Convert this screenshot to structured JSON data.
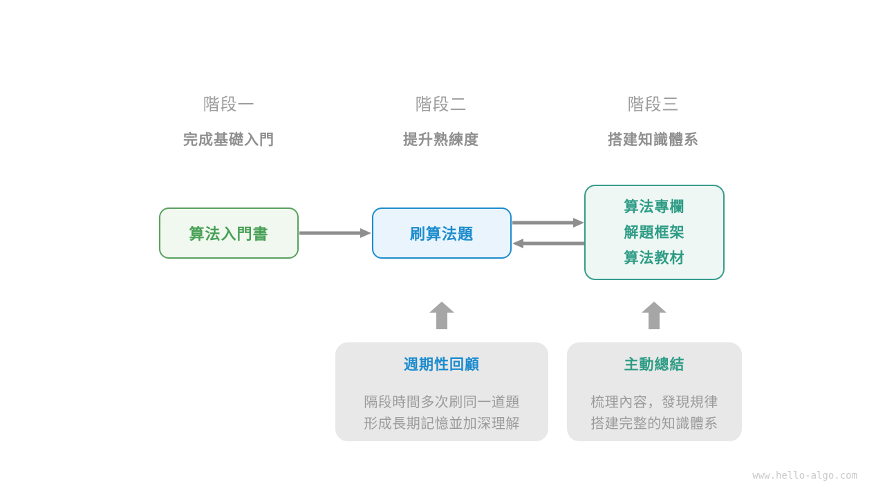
{
  "colors": {
    "green-border": "#58a15f",
    "green-bg": "#f1f8ef",
    "green-text": "#47a056",
    "blue-border": "#1d8cce",
    "blue-bg": "#eaf4fc",
    "blue-text": "#1d8cce",
    "teal-border": "#379c8c",
    "teal-bg": "#eef7f4",
    "teal-text": "#2e9c85",
    "arrow-gray": "#8e8e8e",
    "block-arrow-gray": "#a6a6a6",
    "stage-label": "#9d9d9d",
    "stage-subtitle": "#8f8f8f",
    "body-text": "#9b9b9b",
    "callout-bg": "#e8e8e8",
    "watermark": "#c9c9c9"
  },
  "stages": [
    {
      "label": "階段一",
      "subtitle": "完成基礎入門"
    },
    {
      "label": "階段二",
      "subtitle": "提升熟練度"
    },
    {
      "label": "階段三",
      "subtitle": "搭建知識體系"
    }
  ],
  "nodes": {
    "intro_book": {
      "label": "算法入門書"
    },
    "practice": {
      "label": "刷算法題"
    },
    "resources": {
      "lines": [
        "算法專欄",
        "解題框架",
        "算法教材"
      ]
    }
  },
  "callouts": {
    "review": {
      "title": "週期性回顧",
      "line1": "隔段時間多次刷同一道題",
      "line2": "形成長期記憶並加深理解"
    },
    "summarize": {
      "title": "主動總結",
      "line1": "梳理內容，發現規律",
      "line2": "搭建完整的知識體系"
    }
  },
  "page": {
    "watermark": "www.hello-algo.com"
  }
}
